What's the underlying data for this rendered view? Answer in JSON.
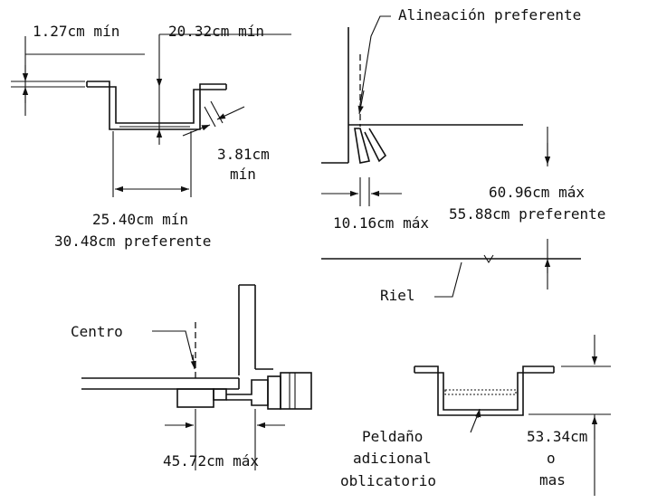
{
  "colors": {
    "ink": "#111111",
    "background": "#ffffff"
  },
  "labels": {
    "gap_min": "1.27cm mín",
    "depth_min": "20.32cm mín",
    "thickness_min_value": "3.81cm",
    "thickness_min_word": "mín",
    "width_min": "25.40cm mín",
    "width_preferred": "30.48cm preferente",
    "alignment": "Alineación preferente",
    "setback_max": "10.16cm máx",
    "height_max": "60.96cm máx",
    "height_preferred": "55.88cm preferente",
    "rail": "Riel",
    "center": "Centro",
    "offset_max": "45.72cm máx",
    "extra_step_1": "Peldaño",
    "extra_step_2": "adicional",
    "extra_step_3": "oblicatorio",
    "spacing_value": "53.34cm",
    "spacing_or": "o",
    "spacing_more": "mas"
  }
}
